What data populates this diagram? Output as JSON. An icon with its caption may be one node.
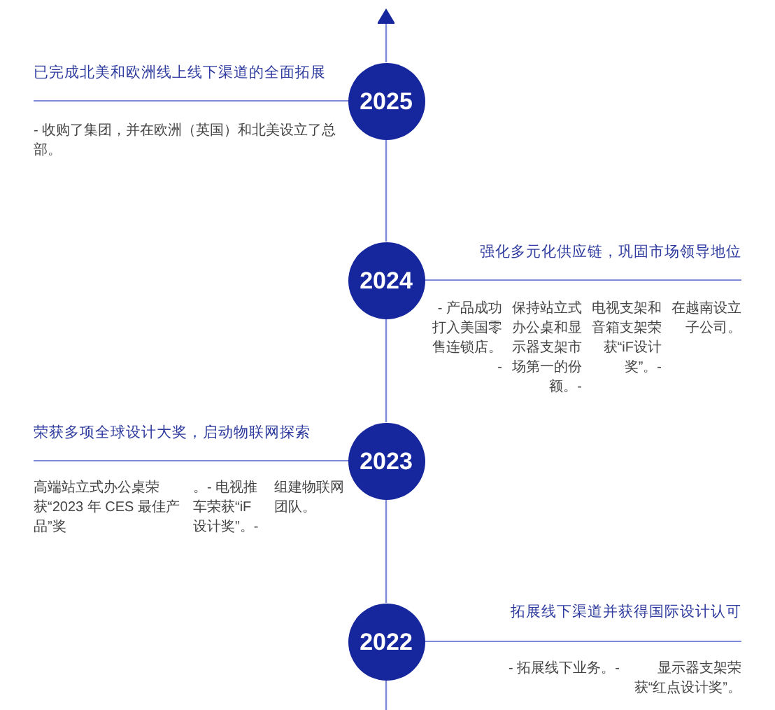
{
  "diagram": {
    "nodes": [
      {
        "text": [
          "2025"
        ],
        "beside": [
          "已完成北美和欧洲线上线下渠道的全面拓展",
          "- 收购了集团，并在欧洲（英国）和北美设立了总部。"
        ]
      },
      {
        "text": [
          "2024"
        ],
        "beside": [
          "强化多元化供应链，巩固市场领导地位",
          "- 产品成功打入美国零售连锁店。-",
          "保持站立式办公桌和显示器支架市场第一的份额。-",
          "电视支架和音箱支架荣获“iF设计奖”。-",
          "在越南设立子公司。"
        ]
      },
      {
        "text": [
          "2023"
        ],
        "beside": [
          "荣获多项全球设计大奖，启动物联网探索",
          "高端站立式办公桌荣获“2023 年 CES 最佳产品”奖",
          "。- 电视推车荣获“iF 设计奖”。-",
          "组建物联网团队。"
        ]
      },
      {
        "text": [
          "2022"
        ],
        "beside": [
          "拓展线下渠道并获得国际设计认可",
          "- 拓展线下业务。-",
          "显示器支架荣获“红点设计奖”。"
        ]
      }
    ],
    "edges": [
      {
        "from": 0,
        "to": null,
        "arrow": "to"
      },
      {
        "from": 1,
        "to": 0,
        "arrow": "none"
      },
      {
        "from": 2,
        "to": 1,
        "arrow": "none"
      },
      {
        "from": 3,
        "to": 2,
        "arrow": "none"
      },
      {
        "from": 3,
        "to": null,
        "arrow": "none"
      }
    ]
  }
}
